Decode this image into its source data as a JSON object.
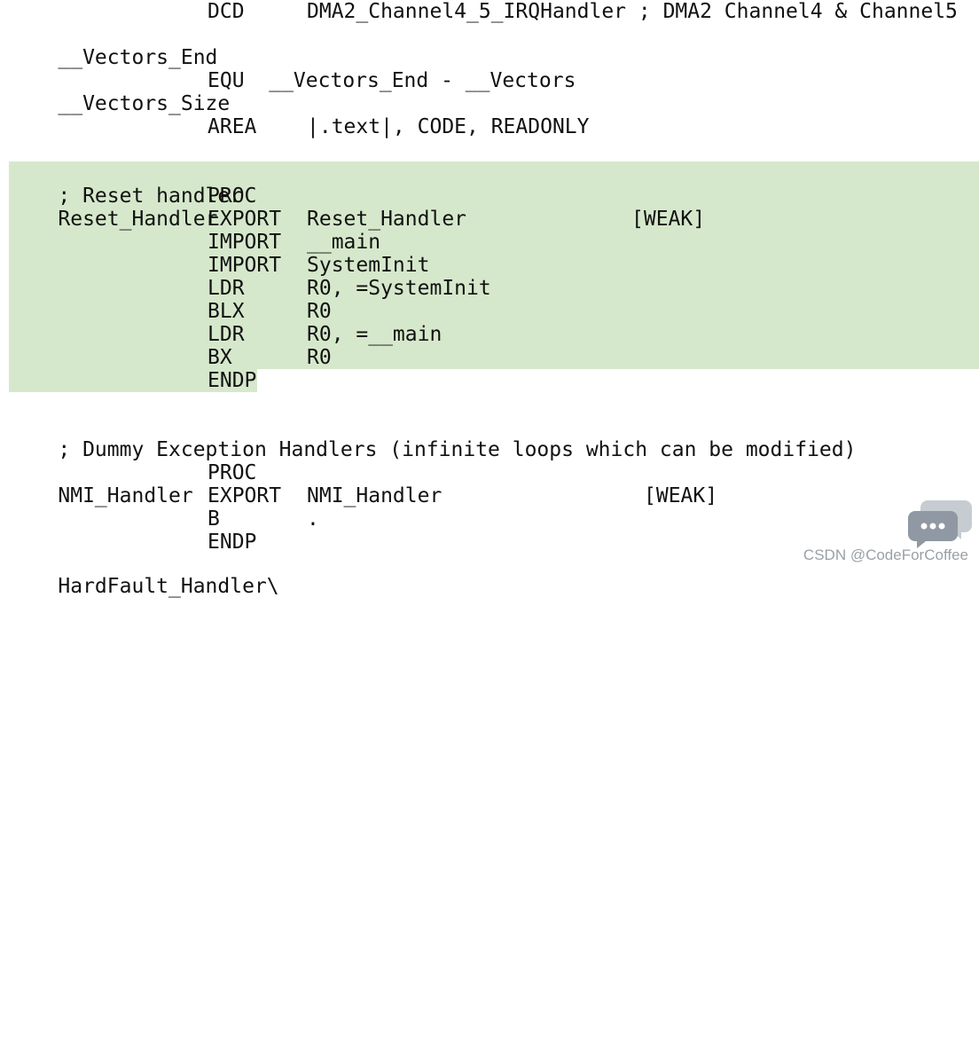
{
  "lines": [
    {
      "c2": "DCD",
      "c3": "DMA2_Channel4_5_IRQHandler ; DMA2 Channel4 & Channel5"
    },
    {
      "c1": "__Vectors_End"
    },
    {
      "c1": "__Vectors_Size",
      "c2": "EQU  __Vectors_End - __Vectors"
    },
    {
      "c2": "AREA",
      "c3": "|.text|, CODE, READONLY"
    },
    {
      "c1": "; Reset handler"
    },
    {
      "c1": "Reset_Handler",
      "c2": "PROC"
    },
    {
      "c2": "EXPORT",
      "c3": "Reset_Handler",
      "weak": "[WEAK]"
    },
    {
      "c2": "IMPORT",
      "c3": "__main"
    },
    {
      "c2": "IMPORT",
      "c3": "SystemInit"
    },
    {
      "c2": "LDR",
      "c3": "R0, =SystemInit"
    },
    {
      "c2": "BLX",
      "c3": "R0"
    },
    {
      "c2": "LDR",
      "c3": "R0, =__main"
    },
    {
      "c2": "BX",
      "c3": "R0"
    },
    {
      "c2": "ENDP"
    },
    {
      "c1": "; Dummy Exception Handlers (infinite loops which can be modified)"
    },
    {
      "c1": "NMI_Handler",
      "c2": "PROC"
    },
    {
      "c2": "EXPORT",
      "c3": "NMI_Handler",
      "weak": "[WEAK]"
    },
    {
      "c2": "B",
      "c3": "."
    },
    {
      "c2": "ENDP"
    },
    {
      "c1": "HardFault_Handler\\"
    }
  ],
  "watermark": "CSDN @CodeForCoffee",
  "icons": {
    "chat": "chat-bubble-icon"
  },
  "colors": {
    "highlight": "#d6e8cb",
    "text": "#111111"
  }
}
